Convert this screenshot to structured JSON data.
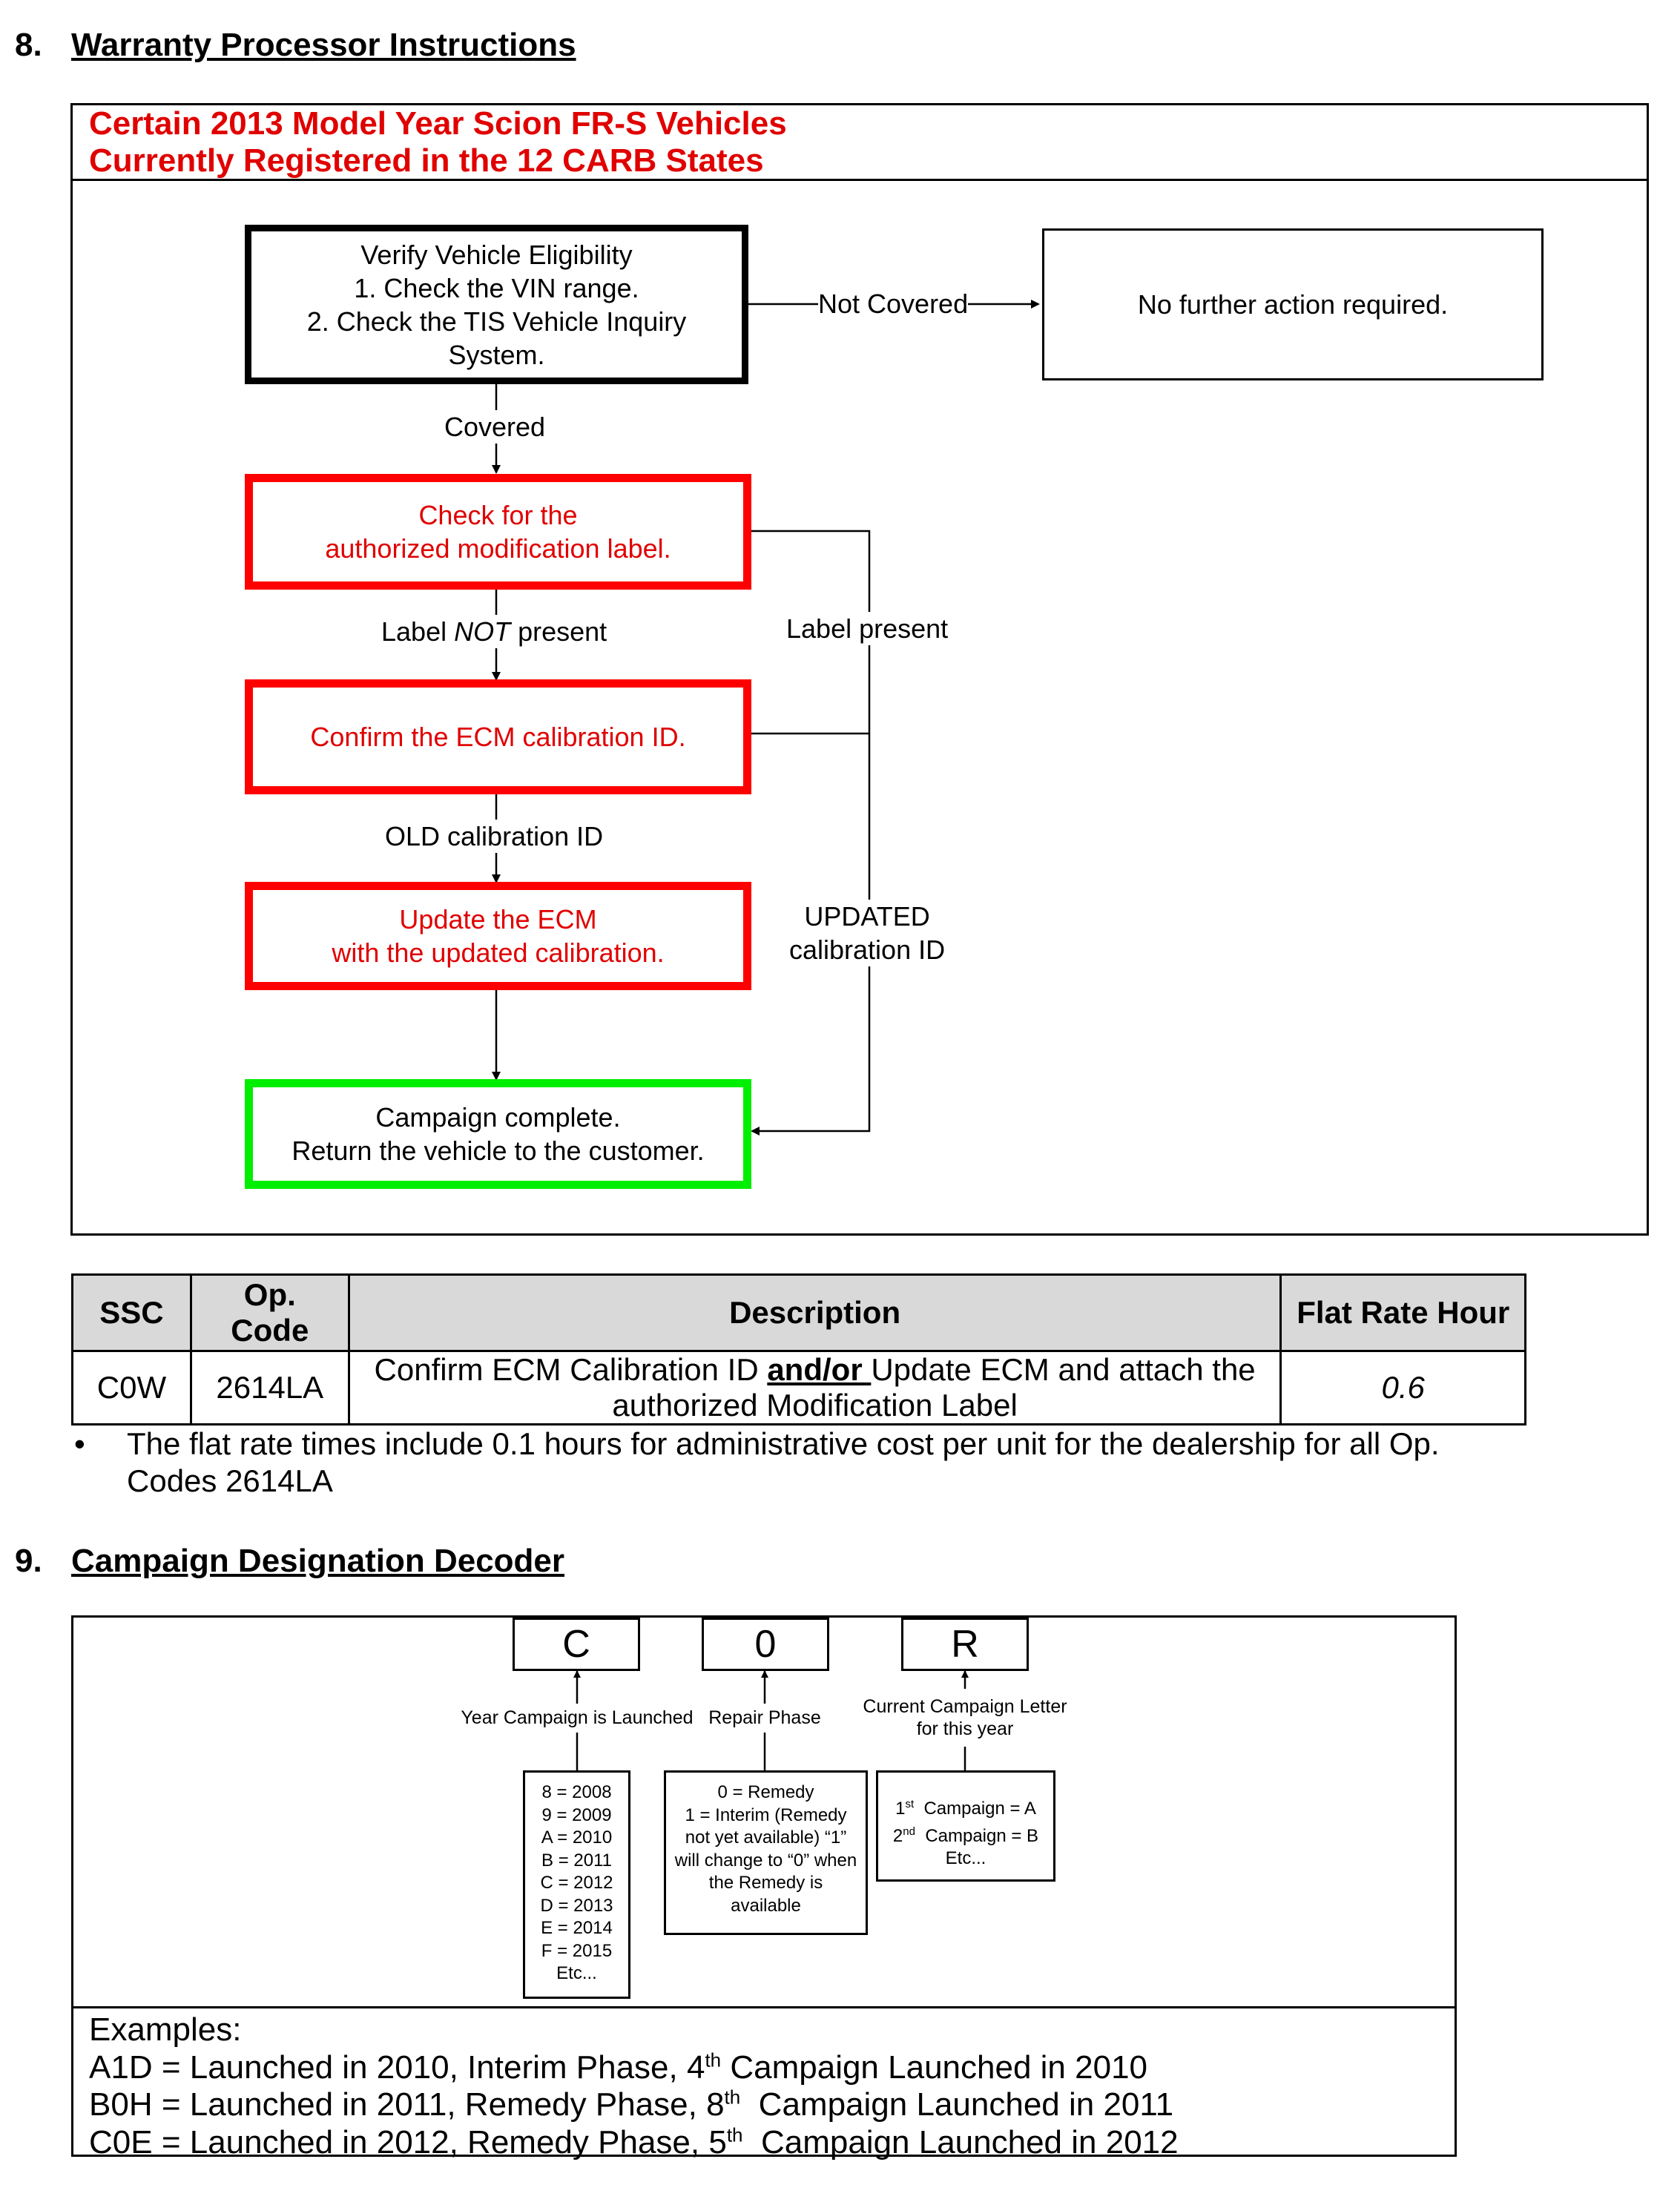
{
  "section8": {
    "number": "8.",
    "title": "Warranty Processor Instructions",
    "banner_line1": "Certain 2013 Model Year Scion FR-S Vehicles",
    "banner_line2": "Currently Registered in the 12 CARB States",
    "verify_box": {
      "line1": "Verify Vehicle Eligibility",
      "line2": "1. Check the VIN range.",
      "line3": "2. Check the TIS Vehicle Inquiry",
      "line4": "System."
    },
    "not_covered_label": "Not Covered",
    "no_action_box": "No further action required.",
    "covered_label": "Covered",
    "check_label_box": {
      "line1": "Check for the",
      "line2": "authorized modification label."
    },
    "label_not_present": {
      "pre": "Label ",
      "emph": "NOT",
      "post": " present"
    },
    "label_present": "Label present",
    "confirm_box": "Confirm the ECM calibration ID.",
    "old_cal_label": "OLD calibration ID",
    "update_box": {
      "line1": "Update the ECM",
      "line2": "with the updated calibration."
    },
    "updated_cal_label": {
      "line1": "UPDATED",
      "line2": "calibration ID"
    },
    "complete_box": {
      "line1": "Campaign complete.",
      "line2": "Return the vehicle to the customer."
    }
  },
  "table": {
    "headers": {
      "ssc": "SSC",
      "op_code_1": "Op.",
      "op_code_2": "Code",
      "description": "Description",
      "flat_rate": "Flat Rate Hour"
    },
    "row": {
      "ssc": "C0W",
      "op_code": "2614LA",
      "desc_pre": "Confirm ECM Calibration ID ",
      "desc_andor": "and/or ",
      "desc_post_1": "Update ECM and attach the",
      "desc_post_2": "authorized Modification Label",
      "flat_rate": "0.6"
    }
  },
  "bullet": {
    "symbol": "•",
    "line1": "The flat rate times include 0.1 hours for administrative cost per unit for the dealership for all Op.",
    "line2": "Codes 2614LA"
  },
  "section9": {
    "number": "9.",
    "title": "Campaign Designation Decoder",
    "letters": [
      "C",
      "0",
      "R"
    ],
    "label_year": "Year Campaign is Launched",
    "label_phase": "Repair Phase",
    "label_letter_1": "Current Campaign Letter",
    "label_letter_2": "for this year",
    "year_codes": [
      "8 = 2008",
      "9 = 2009",
      "A = 2010",
      "B = 2011",
      "C = 2012",
      "D = 2013",
      "E = 2014",
      "F = 2015",
      "Etc..."
    ],
    "phase_codes": [
      "0 = Remedy",
      "1 = Interim (Remedy",
      "not yet available) “1”",
      "will change to “0” when",
      "the Remedy is",
      "available"
    ],
    "letter_codes": {
      "l1_sup": "st",
      "l1_text": "Campaign = A",
      "l2_sup": "nd",
      "l2_text": "Campaign = B",
      "etc": "Etc..."
    },
    "examples_title": "Examples:",
    "ex1": {
      "pre": "A1D = Launched in 2010, Interim Phase, 4",
      "sup": "th",
      "post": " Campaign Launched in 2010"
    },
    "ex2": {
      "pre": "B0H = Launched in 2011, Remedy Phase, 8",
      "sup": "th",
      "post": "  Campaign Launched in 2011"
    },
    "ex3": {
      "pre": "C0E = Launched in 2012, Remedy Phase, 5",
      "sup": "th",
      "post": "  Campaign Launched in 2012"
    }
  }
}
